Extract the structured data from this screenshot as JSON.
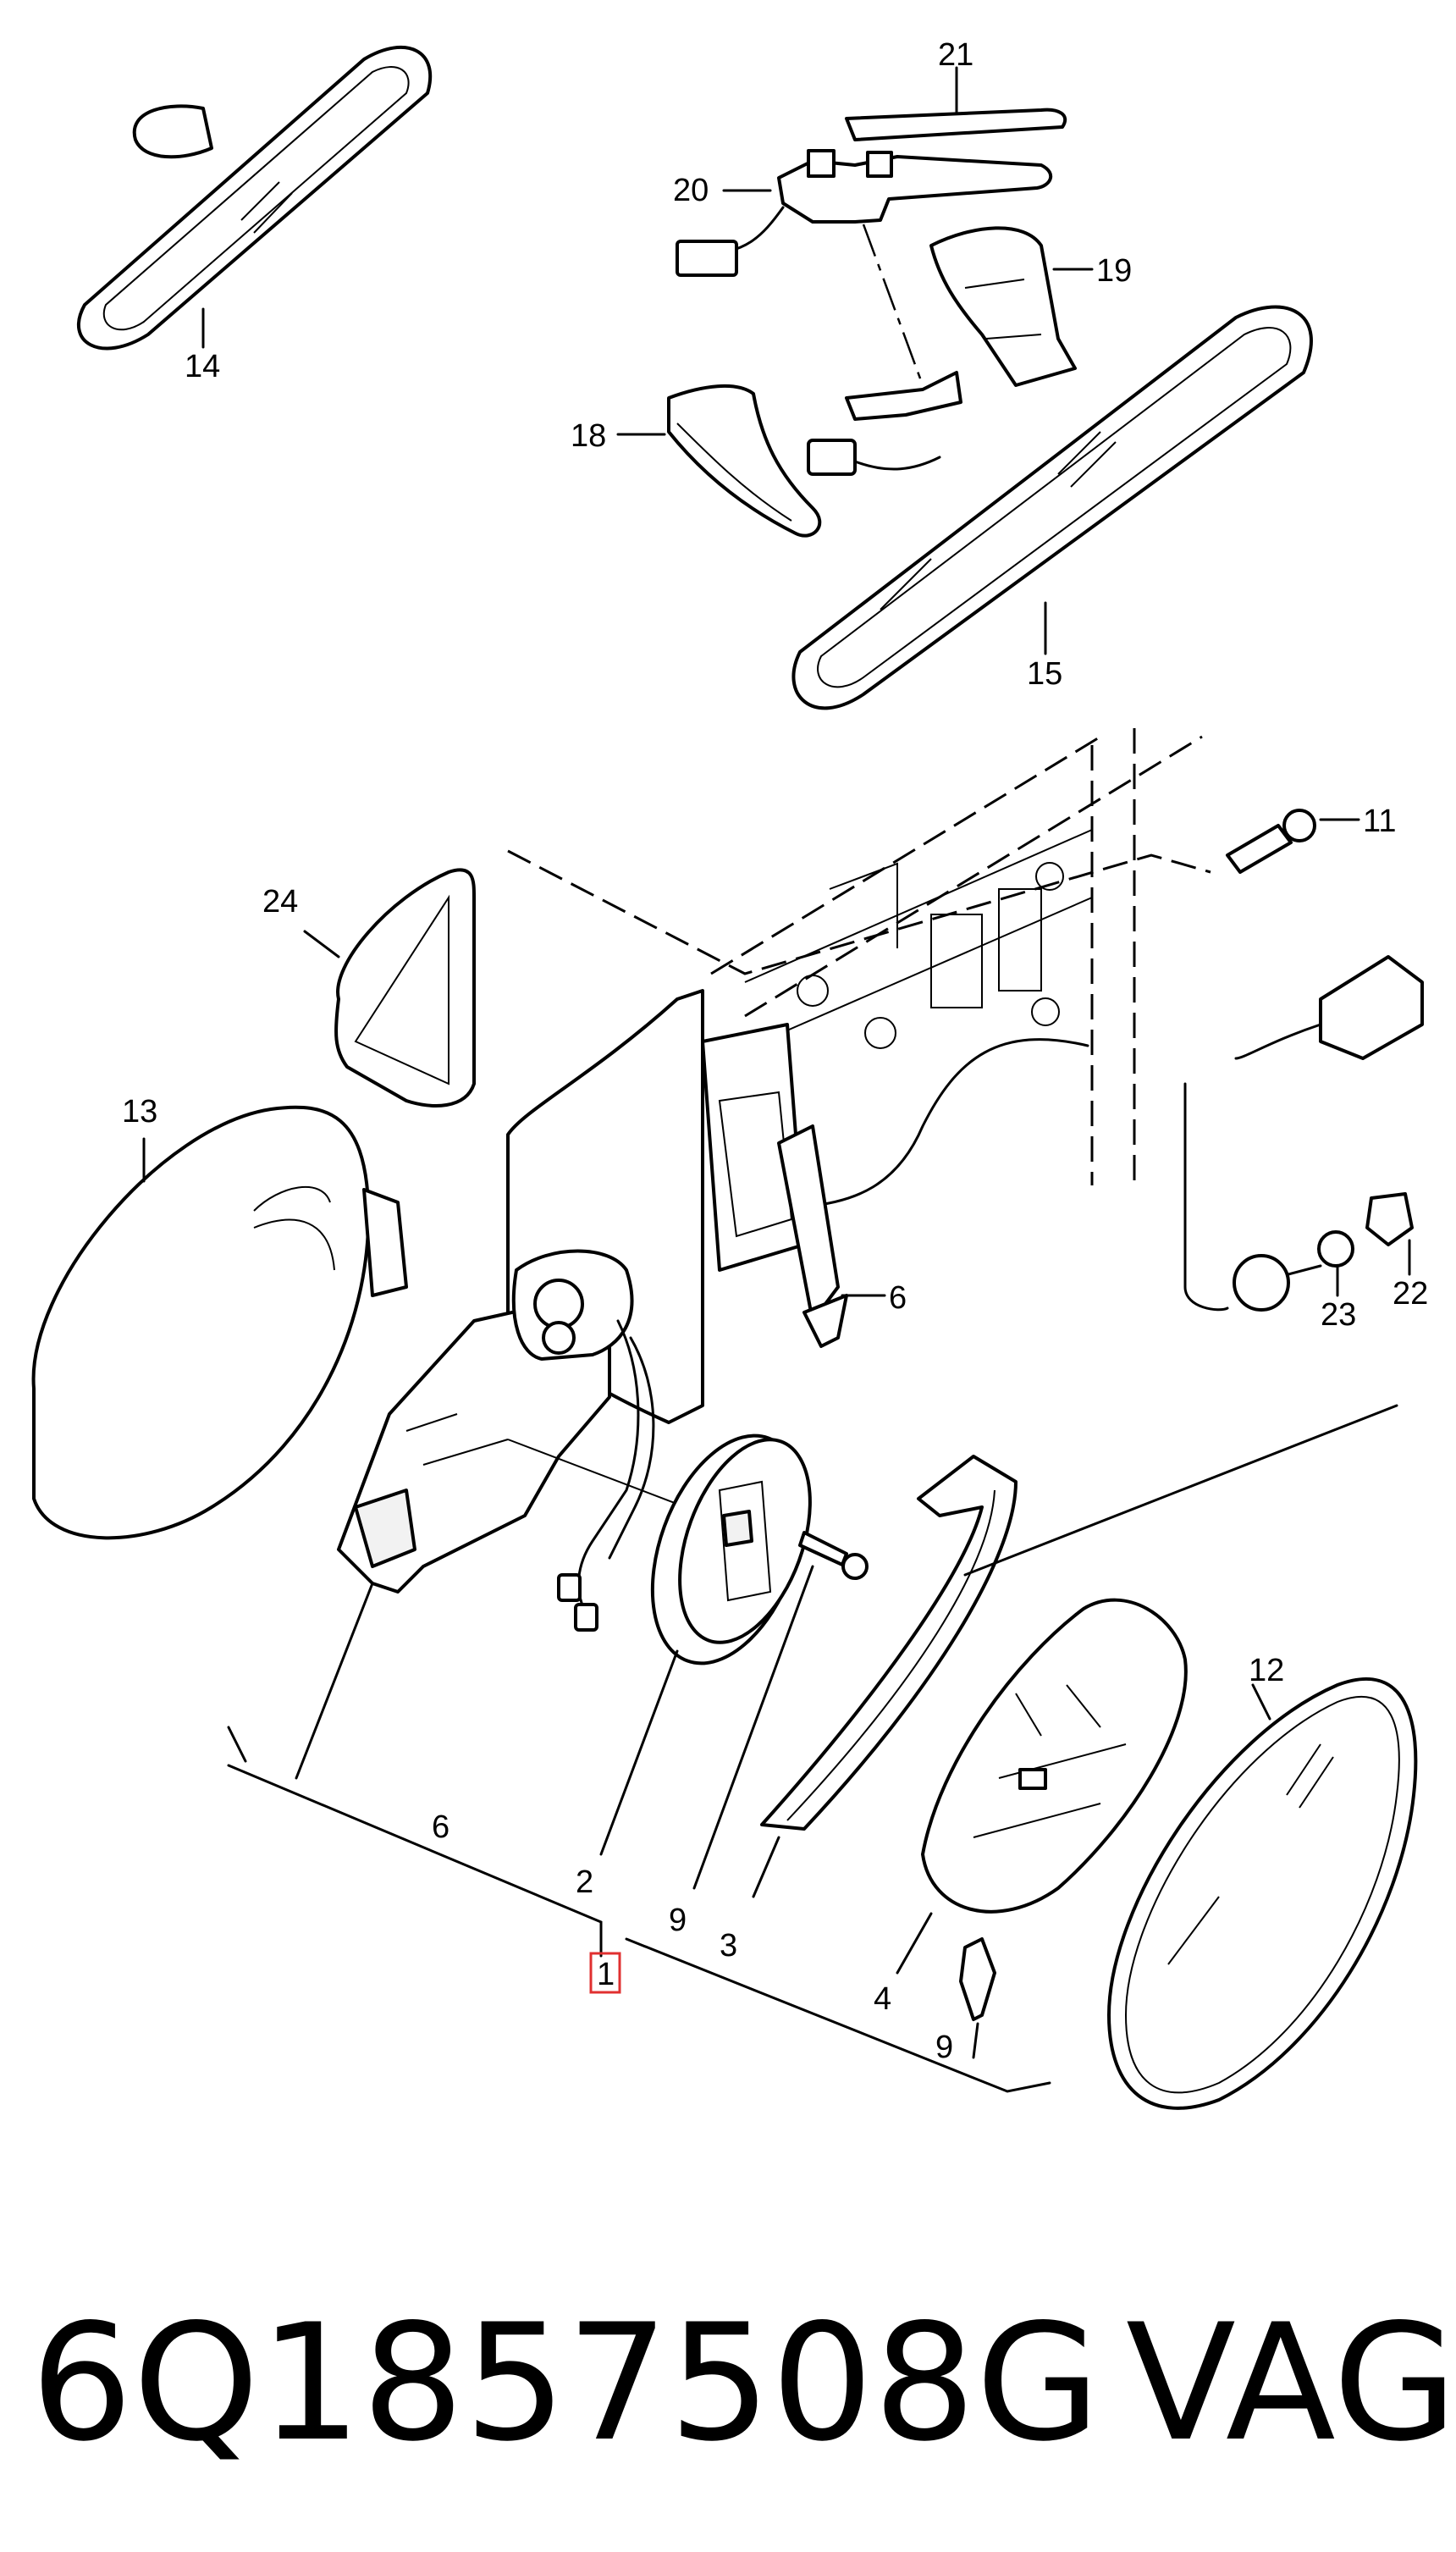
{
  "callouts": [
    {
      "id": "c14",
      "text": "14"
    },
    {
      "id": "c21",
      "text": "21"
    },
    {
      "id": "c20",
      "text": "20"
    },
    {
      "id": "c19",
      "text": "19"
    },
    {
      "id": "c18",
      "text": "18"
    },
    {
      "id": "c15",
      "text": "15"
    },
    {
      "id": "c11",
      "text": "11"
    },
    {
      "id": "c24",
      "text": "24"
    },
    {
      "id": "c13",
      "text": "13"
    },
    {
      "id": "c6a",
      "text": "6"
    },
    {
      "id": "c22",
      "text": "22"
    },
    {
      "id": "c23",
      "text": "23"
    },
    {
      "id": "c12",
      "text": "12"
    },
    {
      "id": "c6b",
      "text": "6"
    },
    {
      "id": "c2",
      "text": "2"
    },
    {
      "id": "c9a",
      "text": "9"
    },
    {
      "id": "c3",
      "text": "3"
    },
    {
      "id": "c1",
      "text": "1"
    },
    {
      "id": "c4",
      "text": "4"
    },
    {
      "id": "c9b",
      "text": "9"
    }
  ],
  "part_number": "6Q1857508G",
  "brand": "VAG",
  "colors": {
    "ink": "#000000",
    "highlight": "#e03030",
    "background": "#ffffff"
  }
}
